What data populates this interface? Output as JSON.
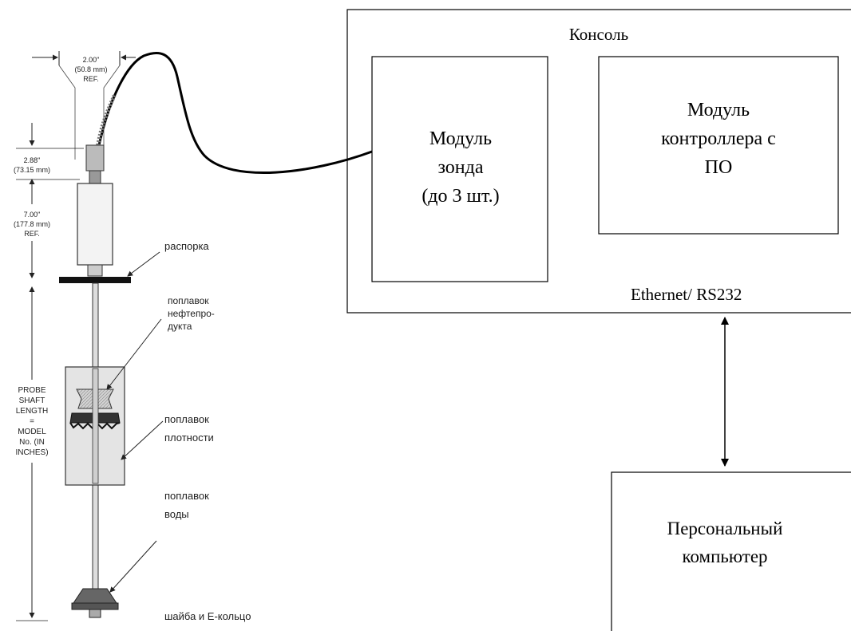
{
  "console": {
    "title": "Консоль",
    "probe_module": [
      "Модуль",
      "зонда",
      "(до 3 шт.)"
    ],
    "controller_module": [
      "Модуль",
      "контроллера с",
      "ПО"
    ],
    "interface": "Ethernet/ RS232"
  },
  "pc": {
    "label": [
      "Персональный",
      "компьютер"
    ]
  },
  "probe": {
    "dim_top": [
      "2.00\"",
      "(50.8 mm)",
      "REF."
    ],
    "dim_head": [
      "2.88\"",
      "(73.15 mm)"
    ],
    "dim_body": [
      "7.00\"",
      "(177.8 mm)",
      "REF."
    ],
    "shaft_length": [
      "PROBE",
      "SHAFT",
      "LENGTH",
      "=",
      "MODEL",
      "No. (IN",
      "INCHES)"
    ],
    "labels": {
      "spacer": "распорка",
      "product_float": [
        "поплавок",
        "нефтепро-",
        "дукта"
      ],
      "density_float": [
        "поплавок",
        "плотности"
      ],
      "water_float": [
        "поплавок",
        "воды"
      ],
      "washer": "шайба и Е-кольцо"
    }
  }
}
